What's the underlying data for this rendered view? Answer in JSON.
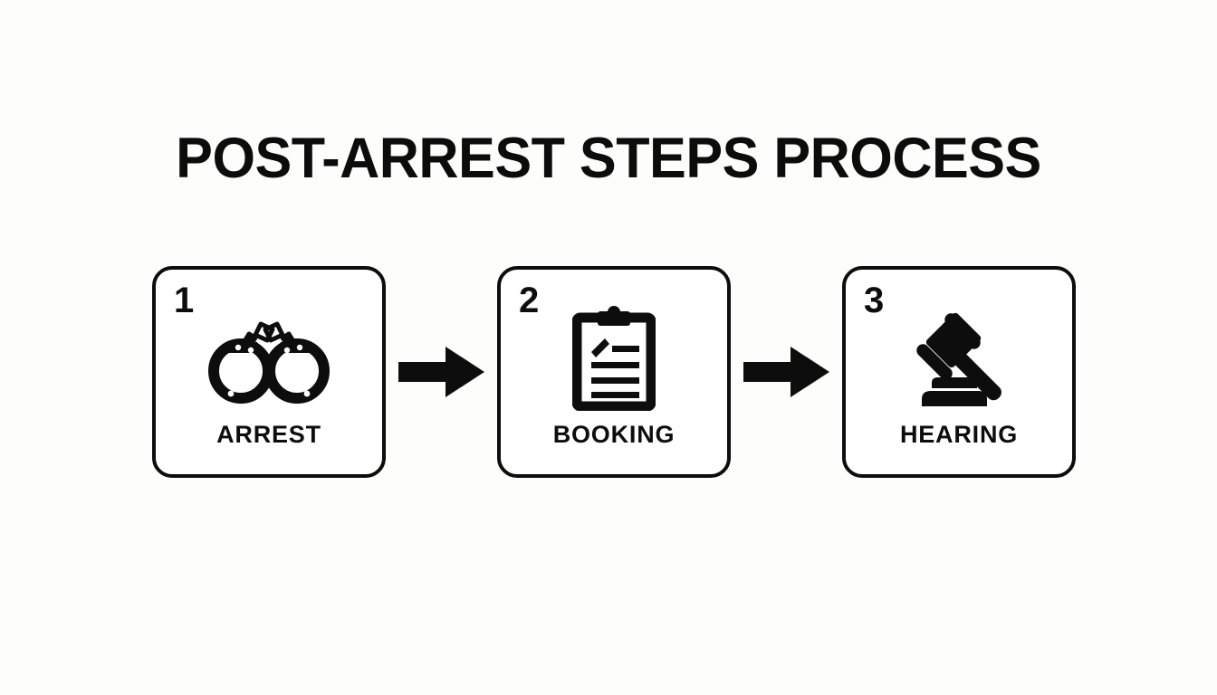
{
  "page": {
    "background_color": "#fdfdfc",
    "ink_color": "#0d0d0d"
  },
  "title": "POST-ARREST STEPS PROCESS",
  "flow": {
    "steps": [
      {
        "number": "1",
        "label": "ARREST",
        "icon": "handcuffs-icon"
      },
      {
        "number": "2",
        "label": "BOOKING",
        "icon": "clipboard-icon"
      },
      {
        "number": "3",
        "label": "HEARING",
        "icon": "gavel-icon"
      }
    ],
    "connectors": [
      {
        "icon": "arrow-right-icon"
      },
      {
        "icon": "arrow-right-icon"
      }
    ]
  }
}
